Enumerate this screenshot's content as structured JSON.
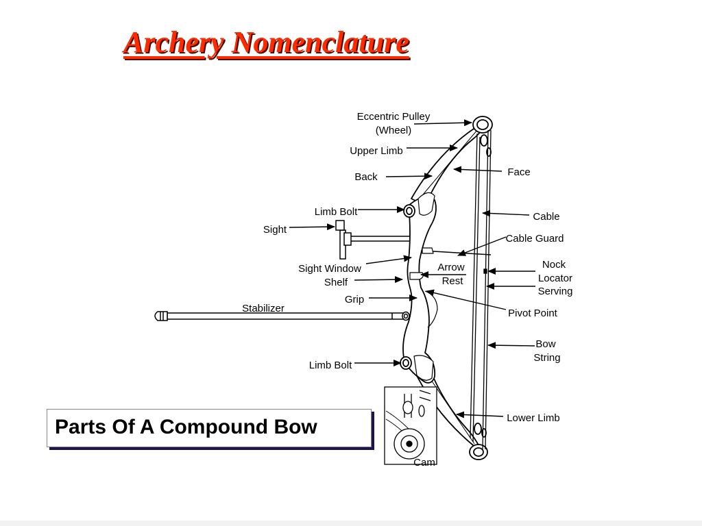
{
  "title": "Archery Nomenclature",
  "subtitle": "Parts Of A Compound Bow",
  "labels": {
    "eccentric_pulley": "Eccentric Pulley",
    "eccentric_pulley_sub": "(Wheel)",
    "upper_limb": "Upper Limb",
    "back": "Back",
    "face": "Face",
    "limb_bolt_upper": "Limb Bolt",
    "sight": "Sight",
    "cable": "Cable",
    "cable_guard": "Cable Guard",
    "sight_window": "Sight Window",
    "shelf": "Shelf",
    "arrow": "Arrow",
    "rest": "Rest",
    "nock": "Nock",
    "locator": "Locator",
    "serving": "Serving",
    "grip": "Grip",
    "stabilizer": "Stabilizer",
    "pivot_point": "Pivot Point",
    "bow": "Bow",
    "string": "String",
    "limb_bolt_lower": "Limb Bolt",
    "lower_limb": "Lower Limb",
    "cam": "Cam"
  },
  "colors": {
    "title": "#ff2a00",
    "title_shadow": "#4a0e00",
    "subtitle_shadow": "#20124d",
    "line": "#000000"
  }
}
